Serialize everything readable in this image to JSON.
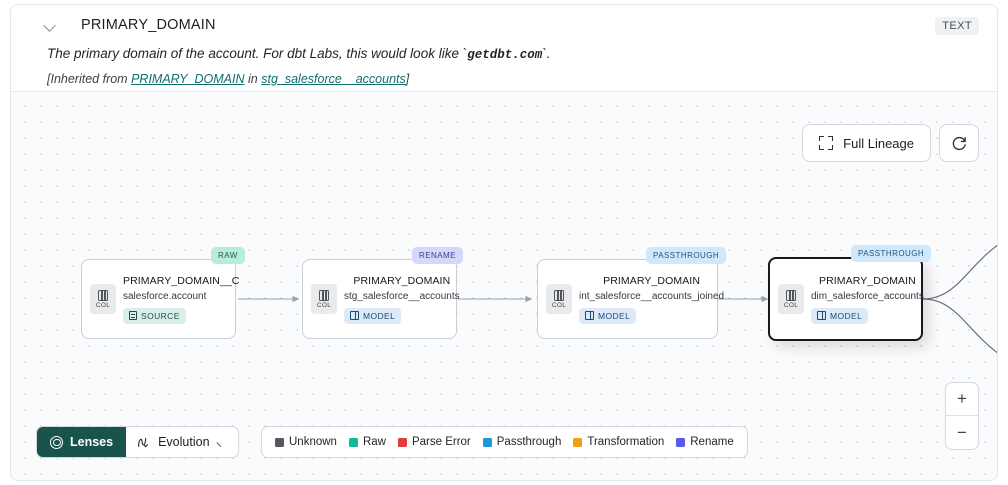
{
  "header": {
    "chevron_icon": "chevron-down-icon",
    "title": "PRIMARY_DOMAIN",
    "type_badge": "TEXT",
    "description_before": "The primary domain of the account. For dbt Labs, this would look like `",
    "description_code": "getdbt.com",
    "description_after": "`.",
    "inherited_prefix": "[Inherited from ",
    "inherited_link_1": "PRIMARY_DOMAIN",
    "inherited_mid": " in ",
    "inherited_link_2": "stg_salesforce__accounts",
    "inherited_suffix": "]"
  },
  "toolbar": {
    "full_lineage_label": "Full Lineage",
    "full_lineage_icon": "expand-icon",
    "refresh_icon": "refresh-icon"
  },
  "zoom_controls": {
    "zoom_in_label": "+",
    "zoom_out_label": "−"
  },
  "bottom_bar": {
    "lenses_label": "Lenses",
    "lenses_icon": "aperture-icon",
    "evolution_label": "Evolution",
    "evolution_icon": "evolution-path-icon",
    "evolution_chevron_icon": "chevron-down-icon"
  },
  "legend": {
    "items": [
      {
        "label": "Unknown",
        "color": "#54595f"
      },
      {
        "label": "Raw",
        "color": "#14b89a"
      },
      {
        "label": "Parse Error",
        "color": "#e23b3b"
      },
      {
        "label": "Passthrough",
        "color": "#1e97d8"
      },
      {
        "label": "Transformation",
        "color": "#f0a117"
      },
      {
        "label": "Rename",
        "color": "#5a5ae8"
      }
    ]
  },
  "lineage": {
    "nodes": [
      {
        "column": "PRIMARY_DOMAIN__C",
        "table": "salesforce.account",
        "kind": "SOURCE",
        "kind_icon": "table-icon",
        "tag": "RAW",
        "col_chip_label": "COL",
        "col_chip_icon": "column-icon",
        "selected": false
      },
      {
        "column": "PRIMARY_DOMAIN",
        "table": "stg_salesforce__accounts",
        "kind": "MODEL",
        "kind_icon": "cube-icon",
        "tag": "RENAME",
        "col_chip_label": "COL",
        "col_chip_icon": "column-icon",
        "selected": false
      },
      {
        "column": "PRIMARY_DOMAIN",
        "table": "int_salesforce__accounts_joined",
        "kind": "MODEL",
        "kind_icon": "cube-icon",
        "tag": "PASSTHROUGH",
        "col_chip_label": "COL",
        "col_chip_icon": "column-icon",
        "selected": false
      },
      {
        "column": "PRIMARY_DOMAIN",
        "table": "dim_salesforce_accounts",
        "kind": "MODEL",
        "kind_icon": "cube-icon",
        "tag": "PASSTHROUGH",
        "col_chip_label": "COL",
        "col_chip_icon": "column-icon",
        "selected": true
      }
    ]
  }
}
